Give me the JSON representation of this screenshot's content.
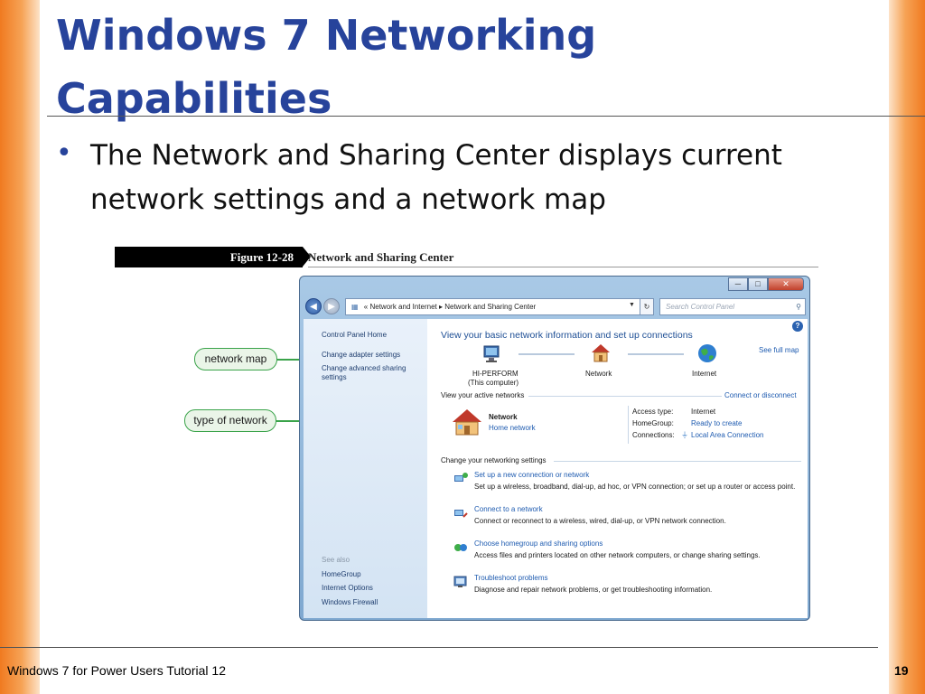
{
  "slide": {
    "title": "Windows 7 Networking Capabilities",
    "bullet": "The Network and Sharing Center displays current network settings and a network map",
    "footer": "Windows 7 for Power Users Tutorial 12",
    "page_number": "19"
  },
  "figure": {
    "label": "Figure 12-28",
    "caption": "Network and Sharing Center"
  },
  "callouts": {
    "network_map": "network map",
    "type_of_network": "type of network"
  },
  "window": {
    "buttons": {
      "minimize": "─",
      "maximize": "□",
      "close": "✕"
    },
    "address": {
      "prefix": "«",
      "crumb1": "Network and Internet",
      "sep": "▸",
      "crumb2": "Network and Sharing Center"
    },
    "search_placeholder": "Search Control Panel",
    "left_pane": {
      "items": [
        "Control Panel Home",
        "Change adapter settings",
        "Change advanced sharing settings"
      ],
      "see_also_label": "See also",
      "see_also": [
        "HomeGroup",
        "Internet Options",
        "Windows Firewall"
      ]
    },
    "main": {
      "heading": "View your basic network information and set up connections",
      "see_full_map": "See full map",
      "map": {
        "computer_name": "HI-PERFORM",
        "computer_sub": "(This computer)",
        "network": "Network",
        "internet": "Internet"
      },
      "active_networks_label": "View your active networks",
      "connect_disconnect": "Connect or disconnect",
      "active": {
        "name": "Network",
        "type": "Home network",
        "access_type_label": "Access type:",
        "access_type_value": "Internet",
        "homegroup_label": "HomeGroup:",
        "homegroup_value": "Ready to create",
        "connections_label": "Connections:",
        "connections_value": "Local Area Connection"
      },
      "change_settings_label": "Change your networking settings",
      "tasks": [
        {
          "title": "Set up a new connection or network",
          "desc": "Set up a wireless, broadband, dial-up, ad hoc, or VPN connection; or set up a router or access point."
        },
        {
          "title": "Connect to a network",
          "desc": "Connect or reconnect to a wireless, wired, dial-up, or VPN network connection."
        },
        {
          "title": "Choose homegroup and sharing options",
          "desc": "Access files and printers located on other network computers, or change sharing settings."
        },
        {
          "title": "Troubleshoot problems",
          "desc": "Diagnose and repair network problems, or get troubleshooting information."
        }
      ]
    }
  },
  "colors": {
    "title_blue": "#27439b",
    "accent_orange": "#f07a20",
    "callout_green": "#3aa34a",
    "link_blue": "#1e5bb0"
  }
}
